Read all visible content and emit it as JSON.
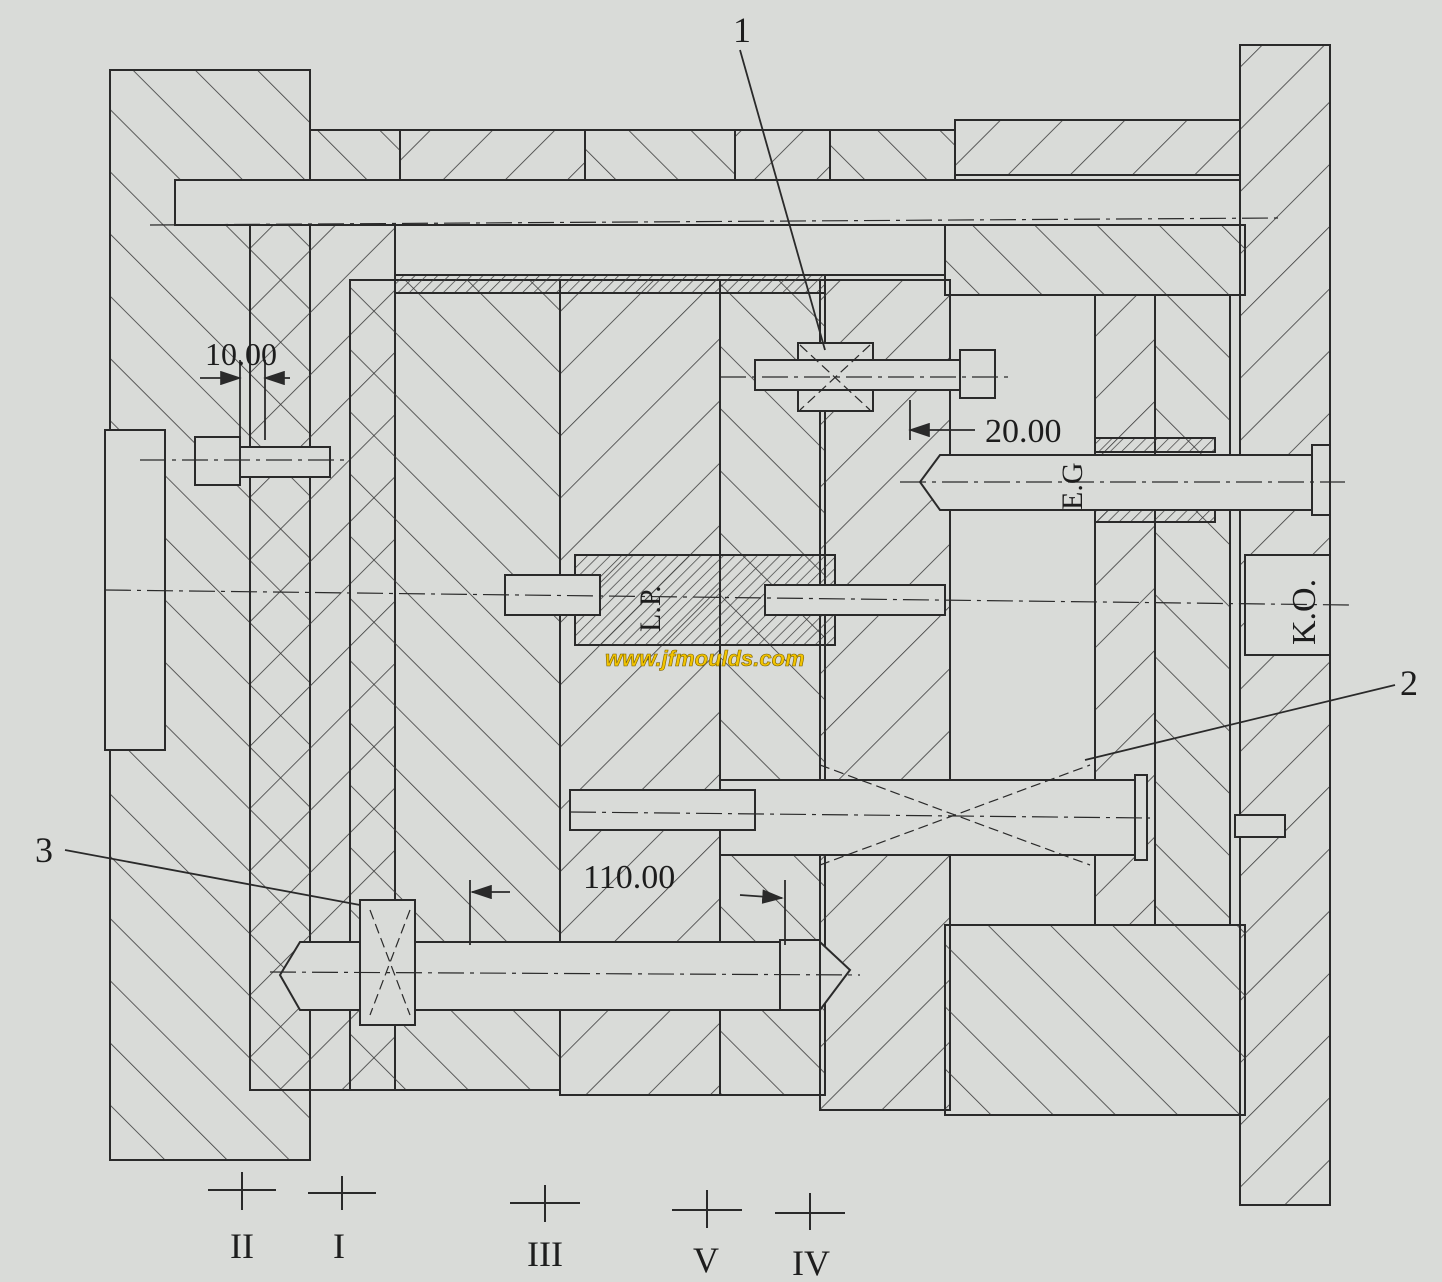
{
  "diagram": {
    "colors": {
      "paper": "#d9dbd8",
      "ink": "#2a2a2a",
      "hatch": "#3a3a3a",
      "watermark": "#f2c400"
    },
    "callouts": [
      {
        "id": "c1",
        "text": "1"
      },
      {
        "id": "c2",
        "text": "2"
      },
      {
        "id": "c3",
        "text": "3"
      }
    ],
    "dimensions": [
      {
        "id": "d10",
        "text": "10.00"
      },
      {
        "id": "d20",
        "text": "20.00"
      },
      {
        "id": "d110",
        "text": "110.00"
      }
    ],
    "part_labels": {
      "lp": "L.P.",
      "eg": "E.G",
      "ko": "K.O."
    },
    "watermark": "www.jfmoulds.com",
    "parting_lines": [
      {
        "id": "p2",
        "text": "II"
      },
      {
        "id": "p1",
        "text": "I"
      },
      {
        "id": "p3",
        "text": "III"
      },
      {
        "id": "p5",
        "text": "V"
      },
      {
        "id": "p4",
        "text": "IV"
      }
    ]
  }
}
